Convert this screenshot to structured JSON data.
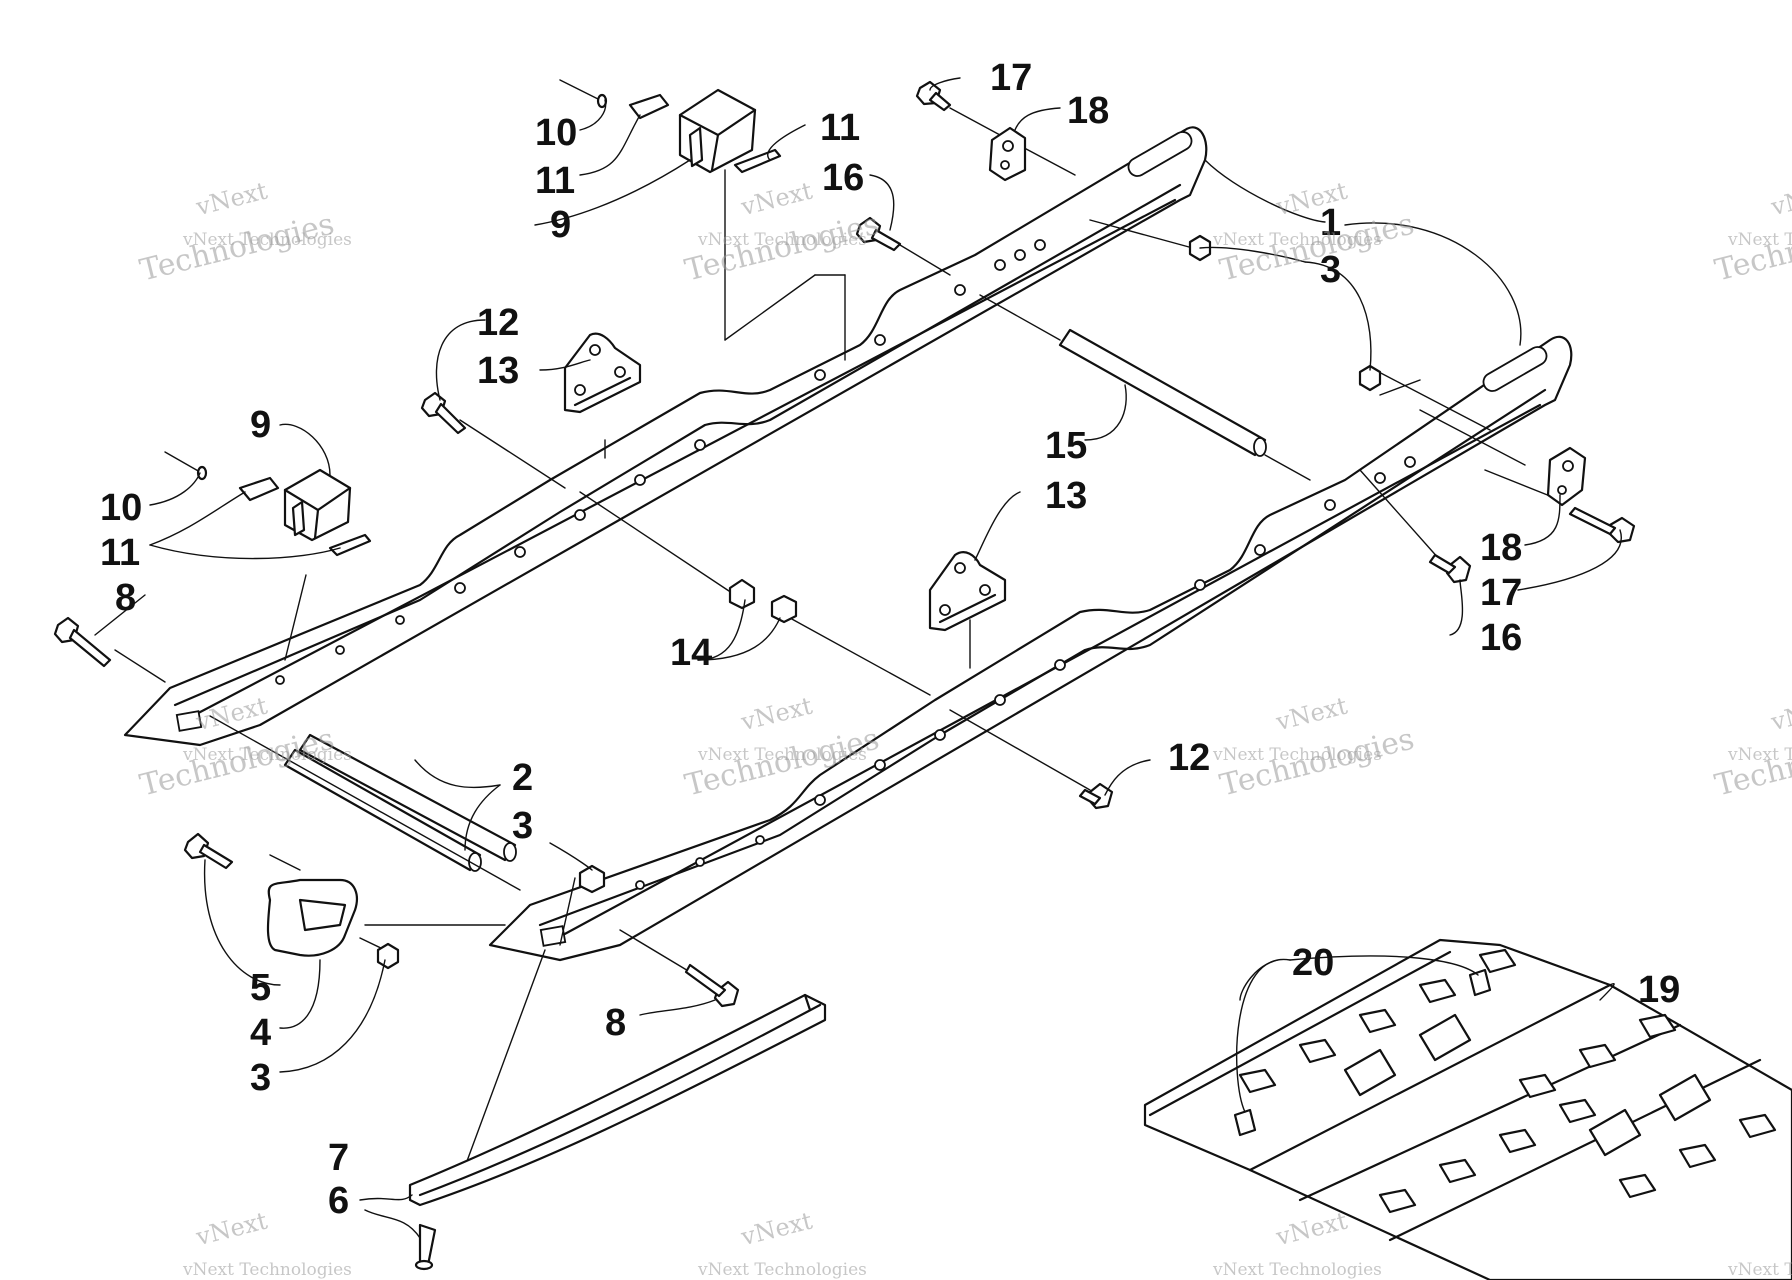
{
  "watermark": {
    "line1": "vNext",
    "line2": "vNext Technologies",
    "line3": "Technologies"
  },
  "callouts": [
    {
      "id": "c1",
      "label": "1"
    },
    {
      "id": "c2",
      "label": "2"
    },
    {
      "id": "c3a",
      "label": "3"
    },
    {
      "id": "c3b",
      "label": "3"
    },
    {
      "id": "c3c",
      "label": "3"
    },
    {
      "id": "c4",
      "label": "4"
    },
    {
      "id": "c5",
      "label": "5"
    },
    {
      "id": "c6",
      "label": "6"
    },
    {
      "id": "c7",
      "label": "7"
    },
    {
      "id": "c8a",
      "label": "8"
    },
    {
      "id": "c8b",
      "label": "8"
    },
    {
      "id": "c9a",
      "label": "9"
    },
    {
      "id": "c9b",
      "label": "9"
    },
    {
      "id": "c10a",
      "label": "10"
    },
    {
      "id": "c10b",
      "label": "10"
    },
    {
      "id": "c11a",
      "label": "11"
    },
    {
      "id": "c11b",
      "label": "11"
    },
    {
      "id": "c11c",
      "label": "11"
    },
    {
      "id": "c12a",
      "label": "12"
    },
    {
      "id": "c12b",
      "label": "12"
    },
    {
      "id": "c13a",
      "label": "13"
    },
    {
      "id": "c13b",
      "label": "13"
    },
    {
      "id": "c14",
      "label": "14"
    },
    {
      "id": "c15",
      "label": "15"
    },
    {
      "id": "c16a",
      "label": "16"
    },
    {
      "id": "c16b",
      "label": "16"
    },
    {
      "id": "c17a",
      "label": "17"
    },
    {
      "id": "c17b",
      "label": "17"
    },
    {
      "id": "c18a",
      "label": "18"
    },
    {
      "id": "c18b",
      "label": "18"
    },
    {
      "id": "c19",
      "label": "19"
    },
    {
      "id": "c20",
      "label": "20"
    }
  ]
}
